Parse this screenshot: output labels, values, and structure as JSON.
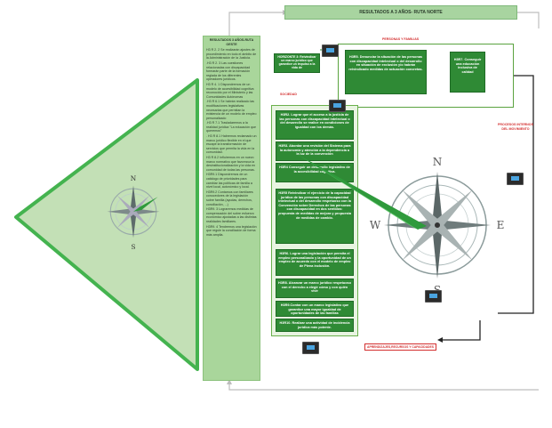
{
  "banner": "RESULTADOS A 3 AÑOS- RUTA NORTE",
  "west": {
    "title": "RESULTADOS 3 AÑOS-RUTA OESTE",
    "items": [
      "H3 R 2. 2  Se realizarán ajustes de procedimiento en todo el ámbito de la Administración de la Justicia.",
      ".H3 R 2. 3  Las cuestiones relacionadas con discapacidad formarán parte de la formación reglada de los diferentes operadores jurídicos.",
      "H3 R 4. 1 Dispondremos de un modelo de accesibilidad cognitiva reconocido por el Ministerio y las Comunidades Autónomas",
      ".H3 R 6.1 Se habrán realizado las modificaciones legislativas necesarias que permitan la existencia de un modelo de empleo personalizado",
      ".H3 R 7.1 Trasladaremos a la realidad jurídica \"La educación que queremos\"",
      ". H3 R 8.1 Habremos reclamado un marco jurídico flexible en el que escape la transformación de servicios que permita la vida en la comunidad.",
      "H3 R 8.2  Influiremos en un nuevo marco normativo que favorezca la desinstitucionalización y la vida en comunidad de todas las personas.",
      "H3R9.1 Dispondremos de un catálogo de prioridades para cambiar las políticas de familia a nivel local, autonómico y local.",
      "H3R9.2 Contamos con familiares conocedores de la legislación sobre familia (ayudas, derechos, conciliación, ...)",
      "H3R9. 3 Lograremos medidas de compensación del sobre esfuerzo económico ajustadas a las distintas realidades familiares.",
      "H3R9. 4 Tendremos una legislación que regule la conciliación de forma más amplia."
    ]
  },
  "horizonte": "HORIZONTE 3: Reivindicar un marco jurídico que garantice un impulso a la vida de",
  "sociedad_label": "SOCIEDAD",
  "personas_label": "PERSONAS Y FAMILIAS",
  "procesos_label": "PROCESOS INTERNOS DEL MOVIMIENTO",
  "aprendizajes_label": "APRENDIZAJES,RECURSOS Y CAPACIDADES",
  "h3r5": "H3R5. Denunciar la situación de las personas con discapacidad intelectual o del desarrollo en situación de exclusión y/o habrán reivindicado medidas de actuación concretas.",
  "h3r7": "H3R7. Conseguir una educación inclusiva de calidad",
  "sociedad_items": [
    "H3R2. Lograr que el acceso a la justicia de las personas con discapacidad intelectual o del desarrollo se realice en condiciones de igualdad con los demás.",
    "H3R3. Abordar una revisión del Sistema para la autonomía y atención a la dependencia a la luz de la convención",
    "H3R4 Conseguir un desarrollo legislativo de la accesibilidad cognitiva.",
    "H3R5 Reivindicar el ejercicio de la capacidad jurídica de las personas con discapacidad intelectual o del desarrollo respetuoso con la Convención sobre Derechos de las personas con discapacidad en dos sentidos: propuesta de medidas de mejora y propuesta de medidas de cambio.",
    "H3R6. Lograr una legislación que permita el empleo personalizado y la oportunidad de un empleo de acuerdo con el modelo de empleo de Plena inclusión.",
    "H3R8. Alcanzar un marco jurídico respetuoso con el derecho a elegir cómo y con quién vivir",
    "H3R9.Contar con un marco legislativo que garantice una mayor igualdad de oportunidades de las familias",
    "H3R10. Realizar una actividad de incidencia jurídica más potente."
  ],
  "compass": {
    "n": "N",
    "s": "S",
    "e": "E",
    "w": "W"
  },
  "colors": {
    "green_dark": "#2f8a35",
    "green_light": "#a9d69b",
    "green_line": "#3bb34a",
    "red": "#d32f2f"
  }
}
